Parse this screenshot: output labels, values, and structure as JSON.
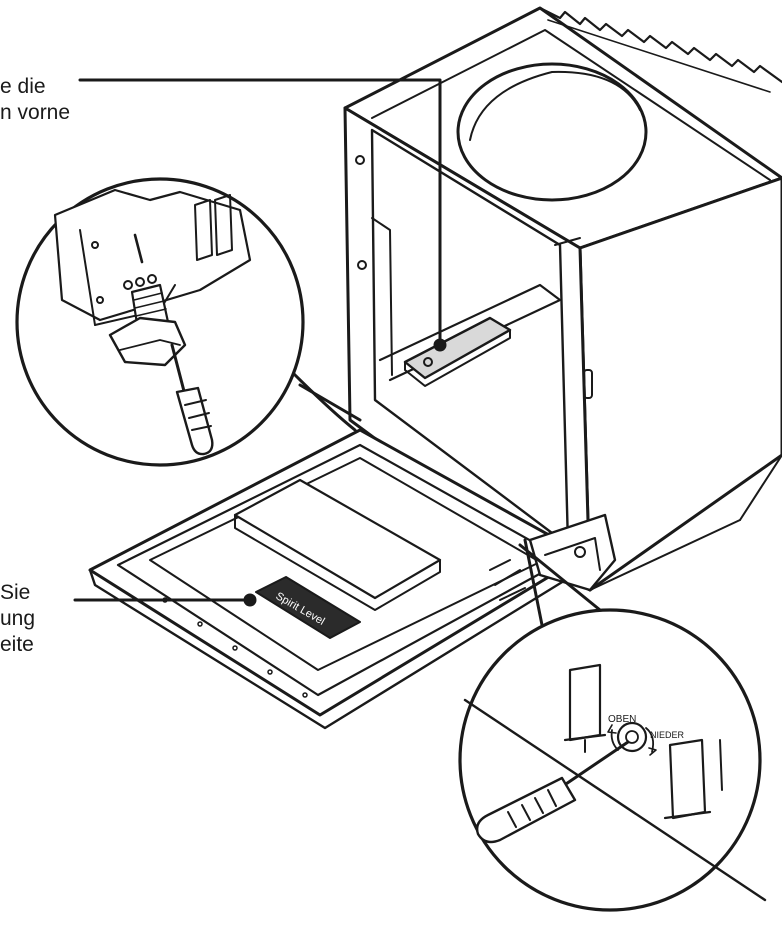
{
  "callouts": {
    "top": [
      "e die",
      "n vorne"
    ],
    "bottom": [
      "Sie",
      "ung",
      "eite"
    ]
  },
  "labels": {
    "spirit_level": "Spirit Level",
    "oben": "OBEN",
    "nieder": "NIEDER"
  },
  "colors": {
    "line": "#1a1a1a",
    "fill": "#ffffff",
    "shade": "#d9d9d9",
    "dark": "#2b2b2b"
  }
}
